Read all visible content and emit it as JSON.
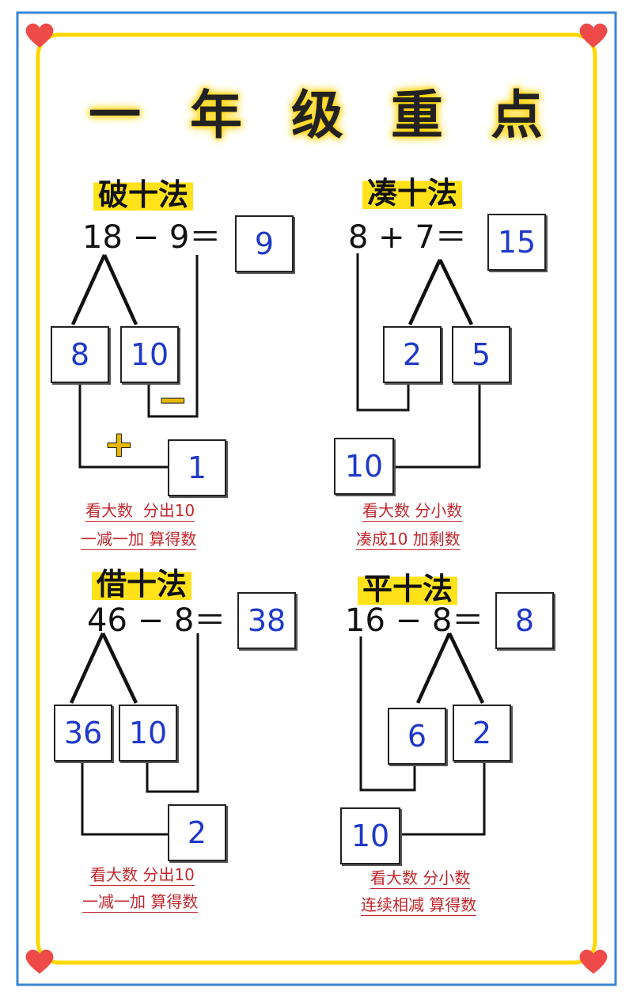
{
  "title": [
    "一",
    "年",
    "级",
    "重",
    "点"
  ],
  "colors": {
    "border_blue": "#3a86d6",
    "border_yellow": "#ffd700",
    "heart": "#ee4a4a",
    "number_blue": "#1e39c9",
    "note_red": "#c1272d",
    "highlight": "#ffe21a"
  },
  "icons": [
    "heart-icon",
    "heart-icon",
    "heart-icon",
    "heart-icon"
  ],
  "sections": {
    "po": {
      "name": "破十法",
      "equation": "18 − 9＝",
      "answer": "9",
      "split_left": "8",
      "split_right": "10",
      "minus_op": "−",
      "plus_op": "+",
      "result": "1",
      "note_line1": "看大数  分出10",
      "note_line2": "一减一加 算得数"
    },
    "cou": {
      "name": "凑十法",
      "equation": "8 + 7＝",
      "answer": "15",
      "split_left": "2",
      "split_right": "5",
      "result": "10",
      "note_line1": "看大数 分小数",
      "note_line2": "凑成10 加剩数"
    },
    "jie": {
      "name": "借十法",
      "equation": "46 − 8＝",
      "answer": "38",
      "split_left": "36",
      "split_right": "10",
      "result": "2",
      "note_line1": "看大数 分出10",
      "note_line2": "一减一加 算得数"
    },
    "ping": {
      "name": "平十法",
      "equation": "16 − 8＝",
      "answer": "8",
      "split_left": "6",
      "split_right": "2",
      "result": "10",
      "note_line1": "看大数 分小数",
      "note_line2": "连续相减 算得数"
    }
  }
}
